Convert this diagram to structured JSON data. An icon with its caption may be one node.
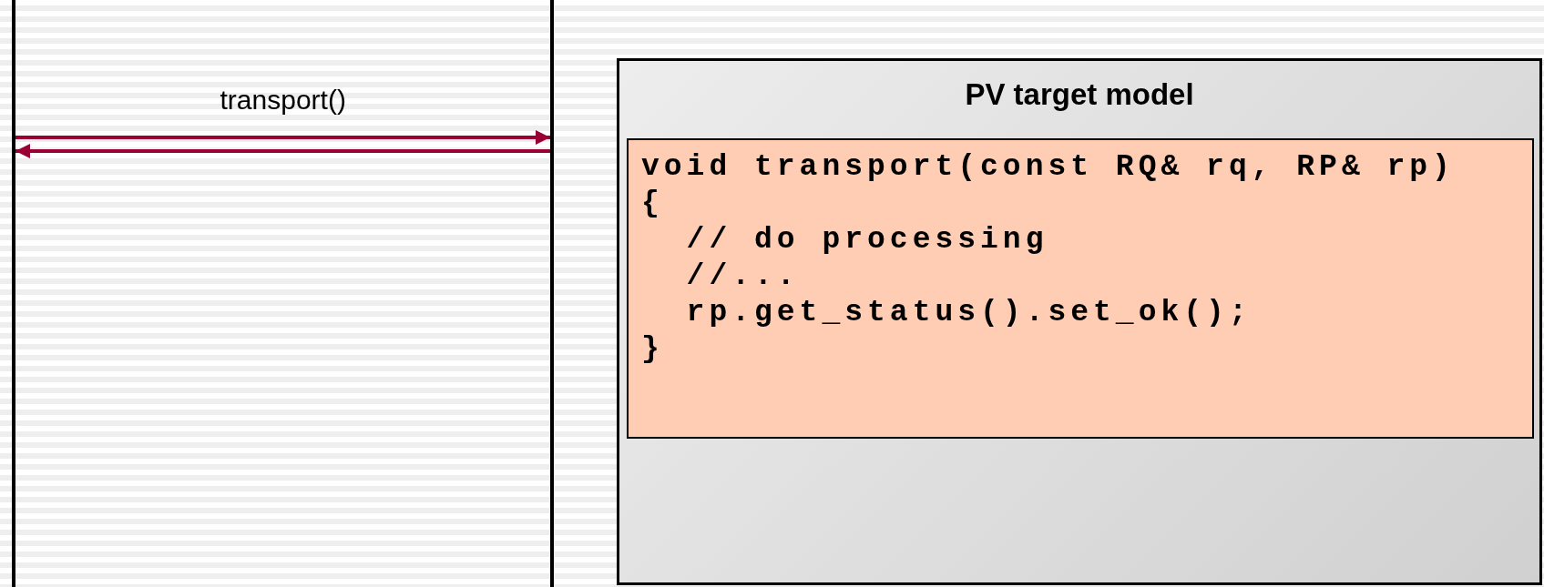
{
  "diagram": {
    "nodes": [
      {
        "text": [],
        "shape": "bar"
      },
      {
        "text": [],
        "shape": "bar"
      },
      {
        "text": [
          "PV target model"
        ]
      },
      {
        "text": [
          "void transport(const RQ& rq, RP& rp)",
          "{",
          "  // do processing",
          "  //...",
          "  rp.get_status().set_ok();",
          "}"
        ],
        "in": 2
      }
    ],
    "edges": [
      {
        "from": 0,
        "to": 1,
        "arrow": "to",
        "label": "transport()"
      },
      {
        "from": 1,
        "to": 0,
        "arrow": "to"
      }
    ]
  }
}
